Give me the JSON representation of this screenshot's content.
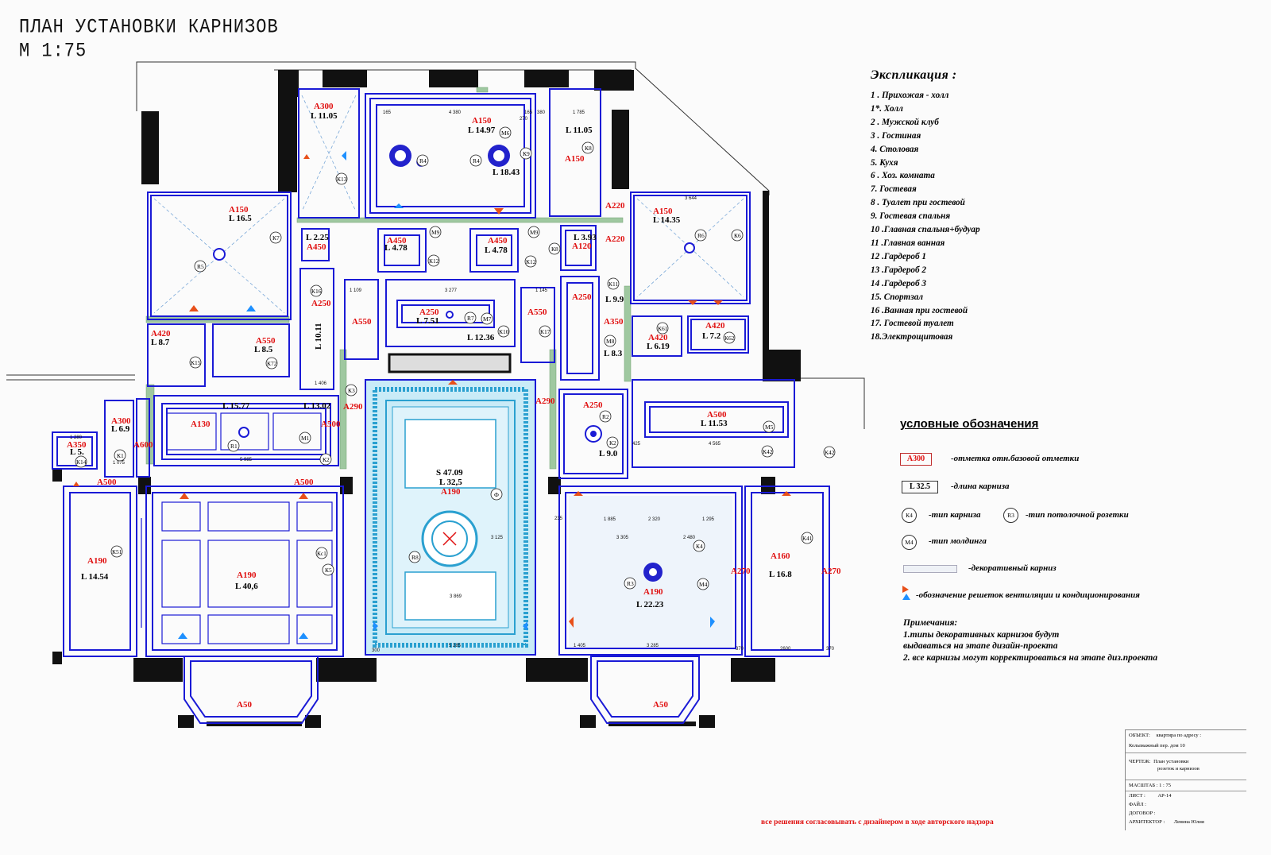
{
  "title": {
    "line1": "ПЛАН УСТАНОВКИ КАРНИЗОВ",
    "line2": "М 1:75"
  },
  "explication": {
    "heading": "Экспликация :",
    "items": [
      "1 .  Прихожая - холл",
      "1*. Холл",
      "2 .  Мужской клуб",
      "3 .  Гостиная",
      "4.  Столовая",
      "5.   Кухя",
      "6 .  Хоз. комната",
      "7.    Гостевая",
      "8 . Туалет  при гостевой",
      "9.   Гостевая спальня",
      "10 .Главная спальня+будуар",
      "11 .Главная ванная",
      "12 .Гардероб 1",
      "13 .Гардероб  2",
      "14 .Гардероб  3",
      "15.  Спортзал",
      "16 .Ванная при гостевой",
      "17. Гостевой туалет",
      "18.Электрощитовая"
    ]
  },
  "legend": {
    "heading": "условные обозначения",
    "mark_sample": "А300",
    "mark_text": "-отметка отн.базовой отметки",
    "length_sample": "L 32.5",
    "length_text": "-длина карниза",
    "cornice_sample": "К4",
    "cornice_text": "-тип карниза",
    "rosette_sample": "R3",
    "rosette_text": "-тип потолочной розетки",
    "molding_sample": "М4",
    "molding_text": "-тип молдинга",
    "decor_text": "-декоративный карниз",
    "vent_text": "-обозначение решеток вентиляции и кондиционирования"
  },
  "notes": {
    "heading": "Примечания:",
    "line1": "1.типы декоративных карнизов будут",
    "line2": "выдаваться на этапе дизайн-проекта",
    "line3": "2. все карнизы могут корректироваться на этапе диз.проекта"
  },
  "stamp": {
    "object_label": "ОБЪЕКТ:",
    "object_value": "квартира  по адресу :",
    "address": "Колымажный пер. дом 10",
    "drawing_label": "ЧЕРТЕЖ:",
    "drawing_value1": "План установки",
    "drawing_value2": "розеток и карнизов",
    "scale": "МАСШТАБ : 1 : 75",
    "sheet_label": "ЛИСТ :",
    "sheet_value": "АР-14",
    "file_label": "ФАЙЛ :",
    "contract_label": "ДОГОВОР :",
    "architect_label": "АРХИТЕКТОР :",
    "architect_value": "Левина Юлия"
  },
  "footer_note": "все решения согласовывать с дизайнером в ходе авторского надзора",
  "plan": {
    "labels": {
      "a300_1": "А300",
      "l1105_1": "L 11.05",
      "a150_hall": "А150",
      "l1497": "L 14.97",
      "l1843": "L 18.43",
      "l1105_2": "L 11.05",
      "a150_r": "А150",
      "a150_2": "А150",
      "l165": "L 16.5",
      "a220_1": "А220",
      "a220_2": "А220",
      "a150_3": "А150",
      "l1435": "L 14.35",
      "l225": "L 2.25",
      "a450_1": "А450",
      "a450_2": "А450",
      "l478_1": "L 4.78",
      "a450_3": "А450",
      "l478_2": "L 4.78",
      "l393": "L 3.93",
      "a120": "А120",
      "a250_1": "А250",
      "l1011": "L 10.11",
      "a550_1": "А550",
      "a250_2": "А250",
      "l751": "L 7.51",
      "l1236": "L 12.36",
      "a550_2": "А550",
      "a250_3": "А250",
      "l99": "L 9.9",
      "a350_1": "А350",
      "l83": "L 8.3",
      "a420_1": "А420",
      "l87": "L 8.7",
      "a550_3": "А550",
      "l85": "L 8.5",
      "a420_2": "А420",
      "l619": "L 6.19",
      "a420_3": "А420",
      "l72": "L 7.2",
      "l1577": "L 15.77",
      "l1302": "L 13.02",
      "a130": "А130",
      "a500_1": "А500",
      "a290_1": "А290",
      "a290_2": "А290",
      "a300_2": "А300",
      "l69": "L 6.9",
      "a350_2": "А350",
      "l5": "L 5.",
      "a600": "А600",
      "a250_4": "А250",
      "l90": "L 9.0",
      "a500_2": "А500",
      "l1153": "L 11.53",
      "s4709": "S 47.09",
      "l325": "L 32,5",
      "a190_1": "А190",
      "a500_3": "А500",
      "a500_4": "А500",
      "a190_2": "А190",
      "l1454": "L 14.54",
      "a190_3": "А190",
      "l406": "L 40,6",
      "a270_1": "А270",
      "a190_4": "А190",
      "l2223": "L 22.23",
      "a160": "А160",
      "l168": "L 16.8",
      "a270_2": "А270",
      "a50_1": "А50",
      "a50_2": "А50"
    },
    "tags": {
      "k13": "К13",
      "r4a": "R4",
      "r4b": "R4",
      "m6": "М6",
      "k9": "К9",
      "k8": "К8",
      "k7": "К7",
      "r5": "R5",
      "r6": "R6",
      "k6": "К6",
      "m9a": "М9",
      "k12a": "К12",
      "m9b": "М9",
      "k12b": "К12",
      "k8b": "К8",
      "k16": "К16",
      "r7": "R7",
      "m7": "М7",
      "k10": "К10",
      "k17": "К17",
      "k11": "К11",
      "m8": "М8",
      "k61": "К61",
      "k62": "К62",
      "k15": "К15",
      "k72": "К72",
      "k3": "К3",
      "m1": "М1",
      "r1": "R1",
      "k2a": "К2",
      "k1": "К1",
      "k14": "К14",
      "r2": "R2",
      "k2b": "К2",
      "m5": "М5",
      "k42a": "К42",
      "k42b": "К42",
      "k51": "К51",
      "kc1": "Кс1",
      "k5": "К5",
      "f": "Ф",
      "r8": "R8",
      "k4": "К4",
      "r3": "R3",
      "m4": "М4",
      "k41": "К41"
    },
    "dims": {
      "d4380": "4 380",
      "d165a": "165",
      "d165b": "165",
      "d380": "380",
      "d1785": "1 785",
      "d270": "270",
      "d3644": "3 644",
      "d1109": "1 109",
      "d3277": "3 277",
      "d1145": "1 145",
      "d1406": "1 406",
      "d5985": "5 985",
      "d4565": "4 565",
      "d1885": "1 885",
      "d2320": "2 320",
      "d1295": "1 295",
      "d3305": "3 305",
      "d2480": "2 480",
      "d3125": "3 125",
      "d3869": "3 869",
      "d5285": "5 285",
      "d1405": "1 405",
      "d3285": "3 285",
      "d2600": "2600",
      "d370a": "370",
      "d370b": "370",
      "d300": "300",
      "d235": "235",
      "d425": "425",
      "d1075": "1 075",
      "d1280": "1 280"
    }
  }
}
